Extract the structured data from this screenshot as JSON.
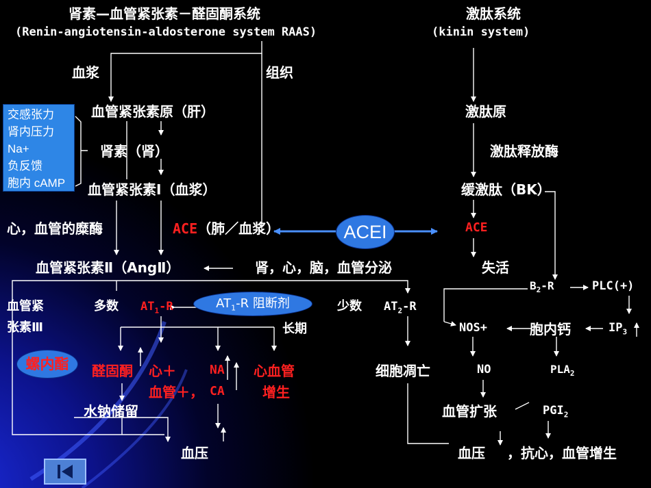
{
  "raas": {
    "title": "肾素—血管紧张素－醛固酮系统",
    "subtitle": "(Renin-angiotensin-aldosterone system RAAS)",
    "plasma": "血浆",
    "tissue": "组织",
    "angiotensinogen": "血管紧张素原（肝）",
    "renin": "肾素（肾）",
    "ang1": "血管紧张素Ⅰ（血浆）",
    "heart_vessel_enzyme": "心，血管的糜酶",
    "ace_prefix": "ACE",
    "ace_suffix": "（肺／血浆）",
    "ang2": "血管紧张素Ⅱ（AngⅡ）",
    "kidney_secretion": "肾，心，脑，血管分泌",
    "ang3_line1": "血管紧",
    "ang3_line2": "张素Ⅲ",
    "majority": "多数",
    "at1r_main": "AT",
    "at1r_sub": "1",
    "at1r_tail": "-R",
    "long_term": "长期",
    "aldosterone": "醛固酮",
    "heart_plus": "心＋",
    "vessel_plus": "血管＋，",
    "na": "NA",
    "ca": "CA",
    "cv_line1": "心血管",
    "cv_line2": "增生",
    "water_sodium": "水钠储留",
    "blood_pressure": "血压"
  },
  "regulators": [
    "交感张力",
    "肾内压力",
    "Na+",
    "负反馈",
    "胞内 cAMP"
  ],
  "ovals": {
    "acei": "ACEI",
    "at1_blocker_main": "AT",
    "at1_blocker_sub": "1",
    "at1_blocker_tail": "-R 阻断剂",
    "chymase": "螺内酯"
  },
  "kinin": {
    "title": "激肽系统",
    "subtitle": "(kinin system)",
    "kininogen": "激肽原",
    "kallikrein": "激肽释放酶",
    "bradykinin": "缓激肽（BK）",
    "ace": "ACE",
    "inactivation": "失活",
    "minority": "少数",
    "at2r_main": "AT",
    "at2r_sub": "2",
    "at2r_tail": "-R",
    "apoptosis": "细胞凋亡",
    "b2r_main": "B",
    "b2r_sub": "2",
    "b2r_tail": "-R",
    "plc": "PLC(+)",
    "nos": "NOS+",
    "intracellular_ca": "胞内钙",
    "ip3_main": "IP",
    "ip3_sub": "3",
    "no": "NO",
    "pla2_main": "PLA",
    "pla2_sub": "2",
    "vasodilation": "血管扩张",
    "pgi2_main": "PGI",
    "pgi2_sub": "2",
    "blood_pressure": "血压",
    "anti_proliferation": "，抗心，血管增生"
  },
  "colors": {
    "background": "#000000",
    "text": "#ffffff",
    "highlight": "#ff2020",
    "oval_fill": "#2f78e2",
    "box_fill": "#2e86e6"
  },
  "nav": {
    "icon": "skip-to-start-icon"
  }
}
